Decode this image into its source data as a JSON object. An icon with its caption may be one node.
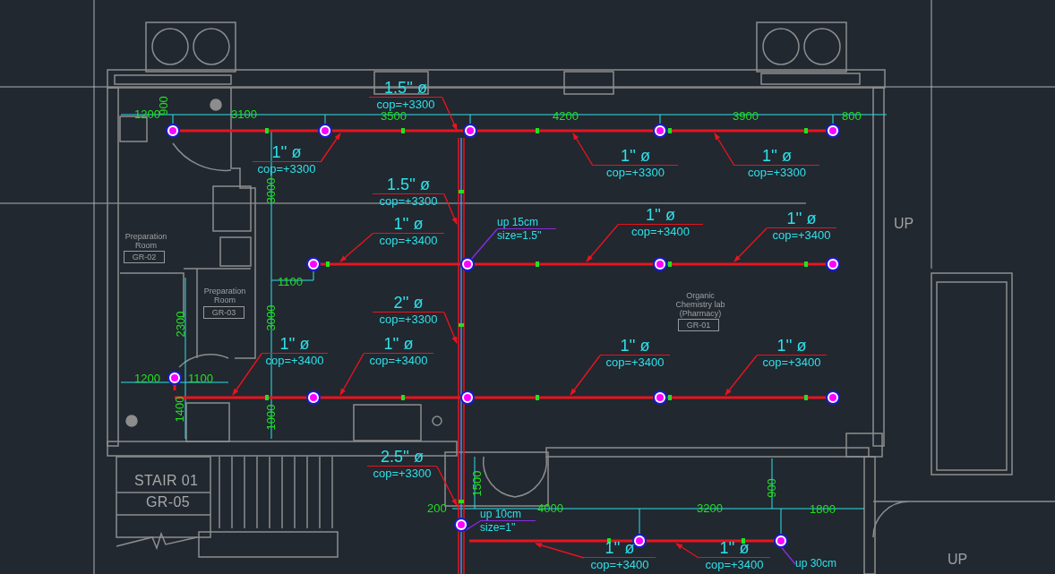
{
  "diagram": {
    "nodes": [
      {
        "text": [
          "1.5'' ø",
          "cop=+3300"
        ]
      },
      {
        "text": [
          "1'' ø",
          "cop=+3300"
        ]
      },
      {
        "text": [
          "1'' ø",
          "cop=+3300"
        ]
      },
      {
        "text": [
          "1'' ø",
          "cop=+3300"
        ]
      },
      {
        "text": [
          "1.5'' ø",
          "cop=+3300"
        ]
      },
      {
        "text": [
          "1'' ø",
          "cop=+3400"
        ]
      },
      {
        "text": [
          "1'' ø",
          "cop=+3400"
        ]
      },
      {
        "text": [
          "1'' ø",
          "cop=+3400"
        ]
      },
      {
        "text": [
          "up 15cm",
          "size=1.5''"
        ]
      },
      {
        "text": [
          "2'' ø",
          "cop=+3300"
        ]
      },
      {
        "text": [
          "1'' ø",
          "cop=+3400"
        ]
      },
      {
        "text": [
          "1'' ø",
          "cop=+3400"
        ]
      },
      {
        "text": [
          "1'' ø",
          "cop=+3400"
        ]
      },
      {
        "text": [
          "1'' ø",
          "cop=+3400"
        ]
      },
      {
        "text": [
          "2.5'' ø",
          "cop=+3300"
        ]
      },
      {
        "text": [
          "up 10cm",
          "size=1''"
        ]
      },
      {
        "text": [
          "1'' ø",
          "cop=+3400"
        ]
      },
      {
        "text": [
          "1'' ø",
          "cop=+3400"
        ]
      },
      {
        "text": [
          "up 30cm"
        ]
      },
      {
        "text": [],
        "shape": "bar"
      },
      {
        "text": [],
        "shape": "bar"
      },
      {
        "text": [],
        "shape": "bar"
      },
      {
        "text": [],
        "shape": "bar"
      },
      {
        "text": [],
        "shape": "bar"
      }
    ],
    "edges": [
      {
        "from": 0,
        "to": 22,
        "arrow": "to"
      },
      {
        "from": 1,
        "to": 19,
        "arrow": "to"
      },
      {
        "from": 2,
        "to": 19,
        "arrow": "to"
      },
      {
        "from": 3,
        "to": 19,
        "arrow": "to"
      },
      {
        "from": 4,
        "to": 22,
        "arrow": "to"
      },
      {
        "from": 5,
        "to": 20,
        "arrow": "to"
      },
      {
        "from": 6,
        "to": 20,
        "arrow": "to"
      },
      {
        "from": 7,
        "to": 20,
        "arrow": "to"
      },
      {
        "from": 8,
        "to": 20,
        "arrow": "none",
        "color": "#8a2be2"
      },
      {
        "from": 9,
        "to": 22,
        "arrow": "to"
      },
      {
        "from": 10,
        "to": 21,
        "arrow": "to"
      },
      {
        "from": 11,
        "to": 21,
        "arrow": "to"
      },
      {
        "from": 12,
        "to": 21,
        "arrow": "to"
      },
      {
        "from": 13,
        "to": 21,
        "arrow": "to"
      },
      {
        "from": 14,
        "to": 22,
        "arrow": "to"
      },
      {
        "from": 15,
        "to": 22,
        "arrow": "none",
        "color": "#8a2be2"
      },
      {
        "from": 16,
        "to": 23,
        "arrow": "to"
      },
      {
        "from": 17,
        "to": 23,
        "arrow": "to"
      },
      {
        "from": 18,
        "to": 23,
        "arrow": "none",
        "color": "#8a2be2"
      }
    ],
    "labels": [
      "1200",
      "900",
      "3100",
      "3500",
      "4200",
      "3900",
      "800",
      "UP",
      "3000",
      "Preparation Room",
      "GR-02",
      "1100",
      "Preparation Room",
      "GR-03",
      "Organic Chemistry lab (Pharmacy)",
      "GR-01",
      "2300",
      "3000",
      "1200",
      "1100",
      "1400",
      "1000",
      "STAIR 01",
      "GR-05",
      "1500",
      "200",
      "4000",
      "3200",
      "900",
      "1800",
      "UP"
    ]
  }
}
